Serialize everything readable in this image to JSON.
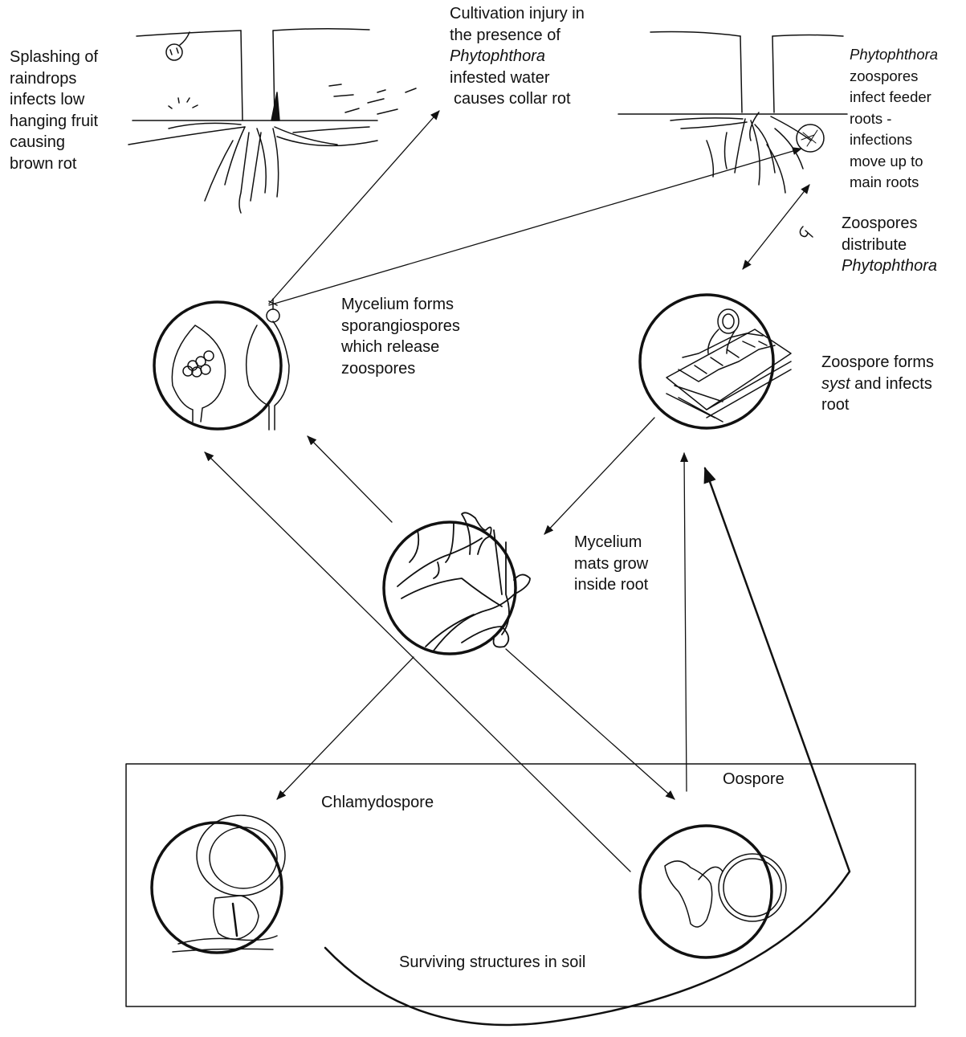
{
  "labels": {
    "splashing": [
      "Splashing of",
      "raindrops",
      "infects low",
      "hanging fruit",
      "causing",
      "brown rot"
    ],
    "cultivation": {
      "line1": "Cultivation injury in",
      "line2": "the presence of",
      "line3": "Phytophthora",
      "line4": "infested water",
      "line5": "causes collar rot"
    },
    "feeder": {
      "line1": "Phytophthora",
      "line2": "zoospores",
      "line3": "infect feeder",
      "line4": "roots -",
      "line5": "infections",
      "line6": "move up to",
      "line7": "main roots"
    },
    "distribute": {
      "line1": "Zoospores",
      "line2": "distribute",
      "line3": "Phytophthora"
    },
    "sporangio": [
      "Mycelium forms",
      "sporangiospores",
      "which release",
      "zoospores"
    ],
    "syst": {
      "line1": "Zoospore forms",
      "line2_italic": "syst",
      "line2_rest": " and infects",
      "line3": "root"
    },
    "mats": [
      "Mycelium",
      "mats grow",
      "inside root"
    ],
    "chlamydospore": "Chlamydospore",
    "oospore": "Oospore",
    "surviving": "Surviving structures in soil"
  }
}
